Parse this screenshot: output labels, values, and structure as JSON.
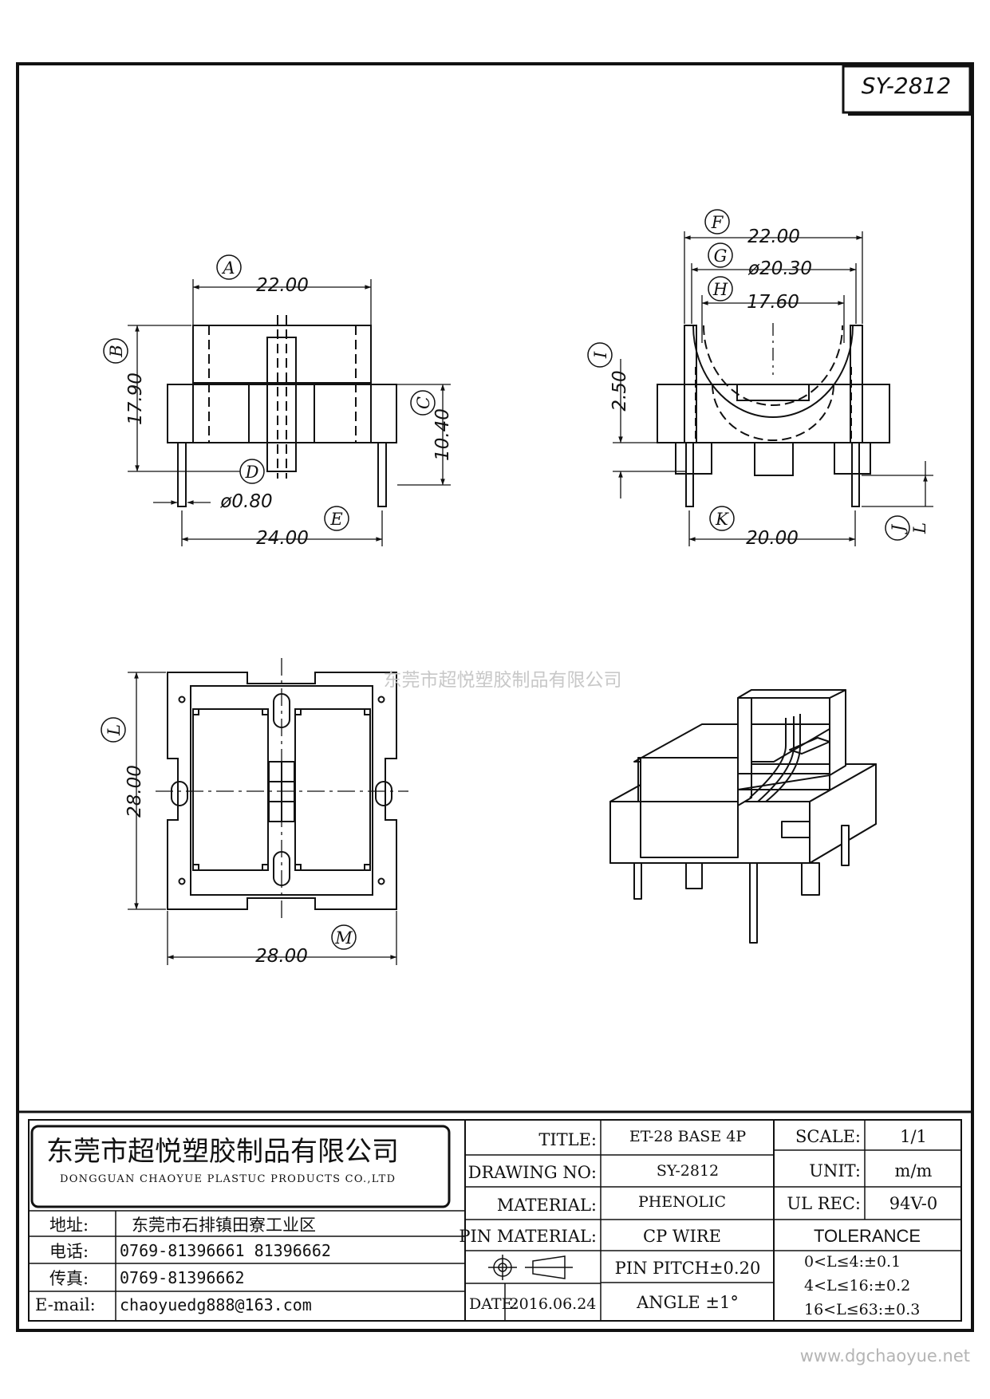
{
  "drawing_code": "SY-2812",
  "watermark": "东莞市超悦塑胶制品有限公司",
  "website": "www.dgchaoyue.net",
  "dimensions": {
    "A": {
      "label": "A",
      "value": "22.00"
    },
    "B": {
      "label": "B",
      "value": "17.90"
    },
    "C": {
      "label": "C",
      "value": "10.40"
    },
    "D": {
      "label": "D",
      "value": "ø0.80"
    },
    "E": {
      "label": "E",
      "value": "24.00"
    },
    "F": {
      "label": "F",
      "value": "22.00"
    },
    "G": {
      "label": "G",
      "value": "ø20.30"
    },
    "H": {
      "label": "H",
      "value": "17.60"
    },
    "I": {
      "label": "I",
      "value": "2.50"
    },
    "J": {
      "label": "J"
    },
    "K": {
      "label": "K",
      "value": "20.00"
    },
    "L_side": {
      "label": "L"
    },
    "L_top": {
      "label": "L",
      "value": "28.00"
    },
    "M": {
      "label": "M",
      "value": "28.00"
    }
  },
  "title_block": {
    "company_cn": "东莞市超悦塑胶制品有限公司",
    "company_en": "DONGGUAN CHAOYUE PLASTUC PRODUCTS CO.,LTD",
    "address_label": "地址:",
    "address": "东莞市石排镇田寮工业区",
    "phone_label": "电话:",
    "phone": "0769-81396661  81396662",
    "fax_label": "传真:",
    "fax": "0769-81396662",
    "email_label": "E-mail:",
    "email": "chaoyuedg888@163.com",
    "title_label": "TITLE:",
    "title": "ET-28 BASE 4P",
    "drawing_no_label": "DRAWING NO:",
    "drawing_no": "SY-2812",
    "material_label": "MATERIAL:",
    "material": "PHENOLIC",
    "pin_material_label": "PIN MATERIAL:",
    "pin_material": "CP WIRE",
    "pin_pitch": "PIN PITCH±0.20",
    "angle": "ANGLE  ±1°",
    "date_label": "DATE:",
    "date": "2016.06.24",
    "scale_label": "SCALE:",
    "scale": "1/1",
    "unit_label": "UNIT:",
    "unit": "m/m",
    "ul_rec_label": "UL REC:",
    "ul_rec": "94V-0",
    "tolerance_label": "TOLERANCE",
    "tolerances": [
      "0<L≤4:±0.1",
      "4<L≤16:±0.2",
      "16<L≤63:±0.3"
    ]
  }
}
